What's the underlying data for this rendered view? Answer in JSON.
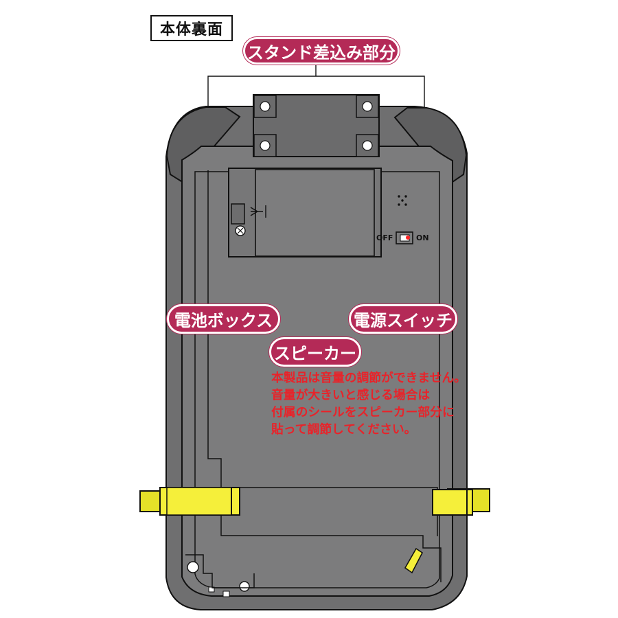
{
  "title": "本体裏面",
  "labels": {
    "stand": "スタンド差込み部分",
    "battery_box": "電池ボックス",
    "power_switch": "電源スイッチ",
    "speaker": "スピーカー"
  },
  "switch": {
    "off": "OFF",
    "on": "ON"
  },
  "notice_lines": [
    "本製品は音量の調節ができません。",
    "音量が大きいと感じる場合は",
    "付属のシールをスピーカー部分に",
    "貼って調節してください。"
  ],
  "colors": {
    "label_bg": "#b42a57",
    "device_body": "#6f6f70",
    "device_inner": "#7c7c7d",
    "tab_yellow": "#f5ef3a",
    "warning_text": "#e8232a"
  }
}
